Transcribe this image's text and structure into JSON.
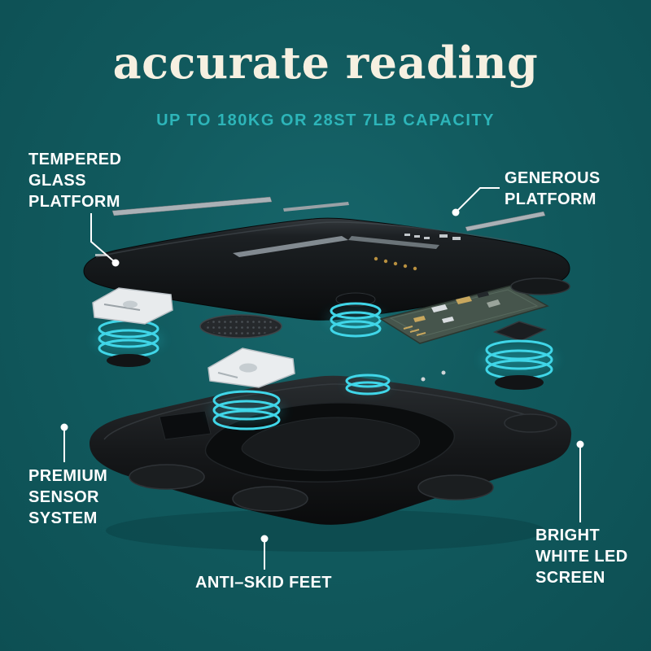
{
  "colors": {
    "background": "#115a5e",
    "title": "#f6f0e1",
    "subtitle": "#2db5b9",
    "label_text": "#ffffff",
    "sensor_coil_glow": "#40d6e8",
    "platform": "#16181a",
    "circuit_board": "#46554c"
  },
  "header": {
    "title": "accurate reading",
    "subtitle": "UP TO 180KG OR 28ST 7LB CAPACITY"
  },
  "callouts": {
    "tempered_glass_platform": [
      "TEMPERED",
      "GLASS",
      "PLATFORM"
    ],
    "generous_platform": [
      "GENEROUS",
      "PLATFORM"
    ],
    "premium_sensor_system": [
      "PREMIUM",
      "SENSOR",
      "SYSTEM"
    ],
    "bright_white_led_screen": [
      "BRIGHT",
      "WHITE LED",
      "SCREEN"
    ],
    "anti_skid_feet": "ANTI–SKID FEET"
  },
  "illustration": {
    "description": "Exploded view of a smart body scale",
    "parts": [
      "floating-sensor-strips",
      "tempered-glass-platform",
      "led-display-marks",
      "sensor-coils",
      "sensor-brackets",
      "speaker-mesh-disc",
      "circuit-board",
      "base-shell",
      "anti-skid-feet"
    ]
  }
}
